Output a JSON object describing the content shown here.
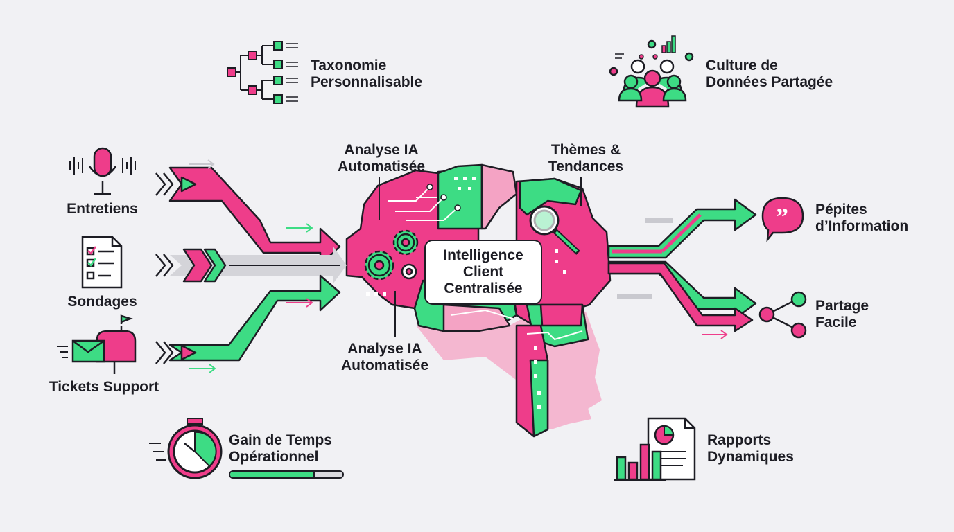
{
  "colors": {
    "pink": "#ee3d8a",
    "green": "#3ddc84",
    "light_pink": "#f4a3c4",
    "outline": "#1d1d24",
    "background": "#f1f1f4"
  },
  "inputs": [
    {
      "label": "Entretiens",
      "icon": "microphone-icon"
    },
    {
      "label": "Sondages",
      "icon": "survey-checklist-icon"
    },
    {
      "label": "Tickets Support",
      "icon": "mailbox-icon"
    }
  ],
  "top_features": [
    {
      "lines": [
        "Taxonomie",
        "Personnalisable"
      ],
      "icon": "taxonomy-tree-icon"
    },
    {
      "lines": [
        "Culture de",
        "Données Partagée"
      ],
      "icon": "team-data-icon"
    }
  ],
  "core": {
    "lines": [
      "Intelligence",
      "Client",
      "Centralisée"
    ],
    "callout_top_left": [
      "Analyse IA",
      "Automatisée"
    ],
    "callout_top_right": [
      "Thèmes &",
      "Tendances"
    ],
    "callout_bottom": [
      "Analyse IA",
      "Automatisée"
    ]
  },
  "outputs": [
    {
      "lines": [
        "Pépites",
        "d’Information"
      ],
      "icon": "quote-bubble-icon"
    },
    {
      "lines": [
        "Partage",
        "Facile"
      ],
      "icon": "share-nodes-icon"
    }
  ],
  "bottom_features": [
    {
      "lines": [
        "Gain de Temps",
        "Opérationnel"
      ],
      "icon": "stopwatch-icon",
      "progress": 0.75
    },
    {
      "lines": [
        "Rapports",
        "Dynamiques"
      ],
      "icon": "report-chart-icon"
    }
  ]
}
